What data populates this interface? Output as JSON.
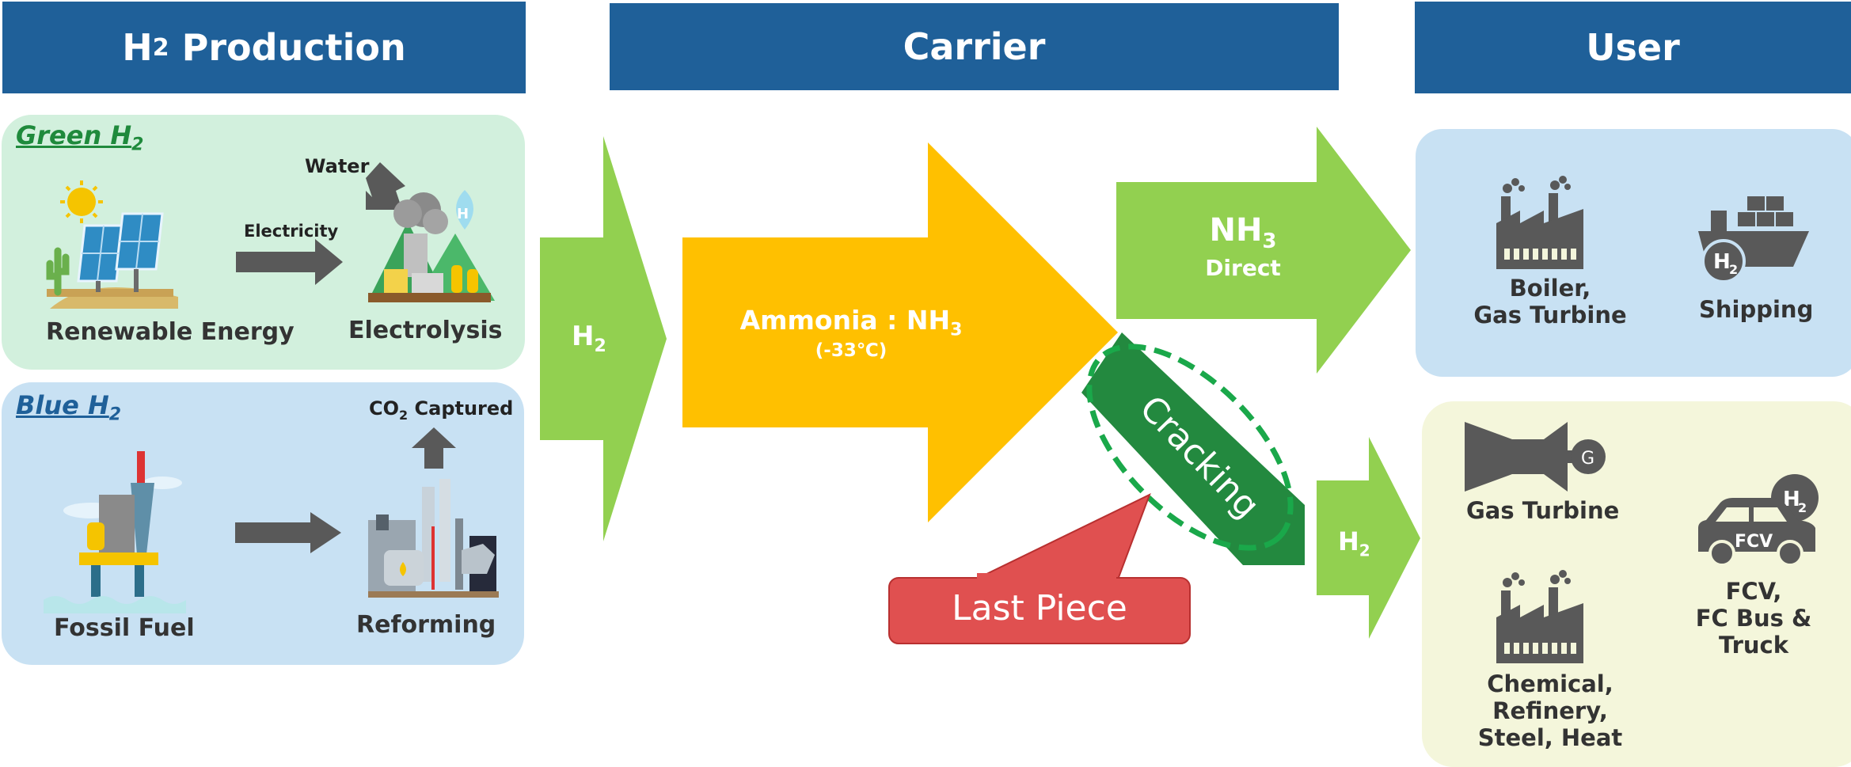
{
  "headers": {
    "production_main": "H",
    "production_sub": "2",
    "production_rest": " Production",
    "carrier": "Carrier",
    "user": "User"
  },
  "green": {
    "title_main": "Green H",
    "title_sub": "2",
    "water": "Water",
    "electricity": "Electricity",
    "renewable": "Renewable Energy",
    "electrolysis": "Electrolysis"
  },
  "blue": {
    "title_main": "Blue H",
    "title_sub": "2",
    "co2_main": "CO",
    "co2_sub": "2",
    "co2_rest": " Captured",
    "fossil": "Fossil Fuel",
    "reforming": "Reforming"
  },
  "flow": {
    "h2_in_main": "H",
    "h2_in_sub": "2",
    "ammonia_main": "Ammonia : NH",
    "ammonia_sub": "3",
    "ammonia_temp": "(-33℃)",
    "nh3_main": "NH",
    "nh3_sub": "3",
    "direct": "Direct",
    "cracking": "Cracking",
    "h2_out_main": "H",
    "h2_out_sub": "2",
    "last_piece": "Last Piece"
  },
  "users": {
    "boiler": "Boiler,\nGas Turbine",
    "shipping": "Shipping",
    "gas_turbine": "Gas Turbine",
    "chemical": "Chemical,\nRefinery,\nSteel, Heat",
    "fcv": "FCV,\nFC Bus &\nTruck",
    "fcv_badge": "FCV",
    "generator_badge": "G",
    "h2_badge_main": "H",
    "h2_badge_sub": "2"
  },
  "colors": {
    "header": "#1f6099",
    "green_panel": "#d2f0dd",
    "blue_panel": "#c8e1f3",
    "user_blue_panel": "#c8e1f3",
    "user_yellow_panel": "#f4f6db",
    "arrow_green": "#92d050",
    "ammonia": "#ffc000",
    "cracking": "#23893f",
    "last_piece": "#e05050",
    "icon_gray": "#595959"
  }
}
